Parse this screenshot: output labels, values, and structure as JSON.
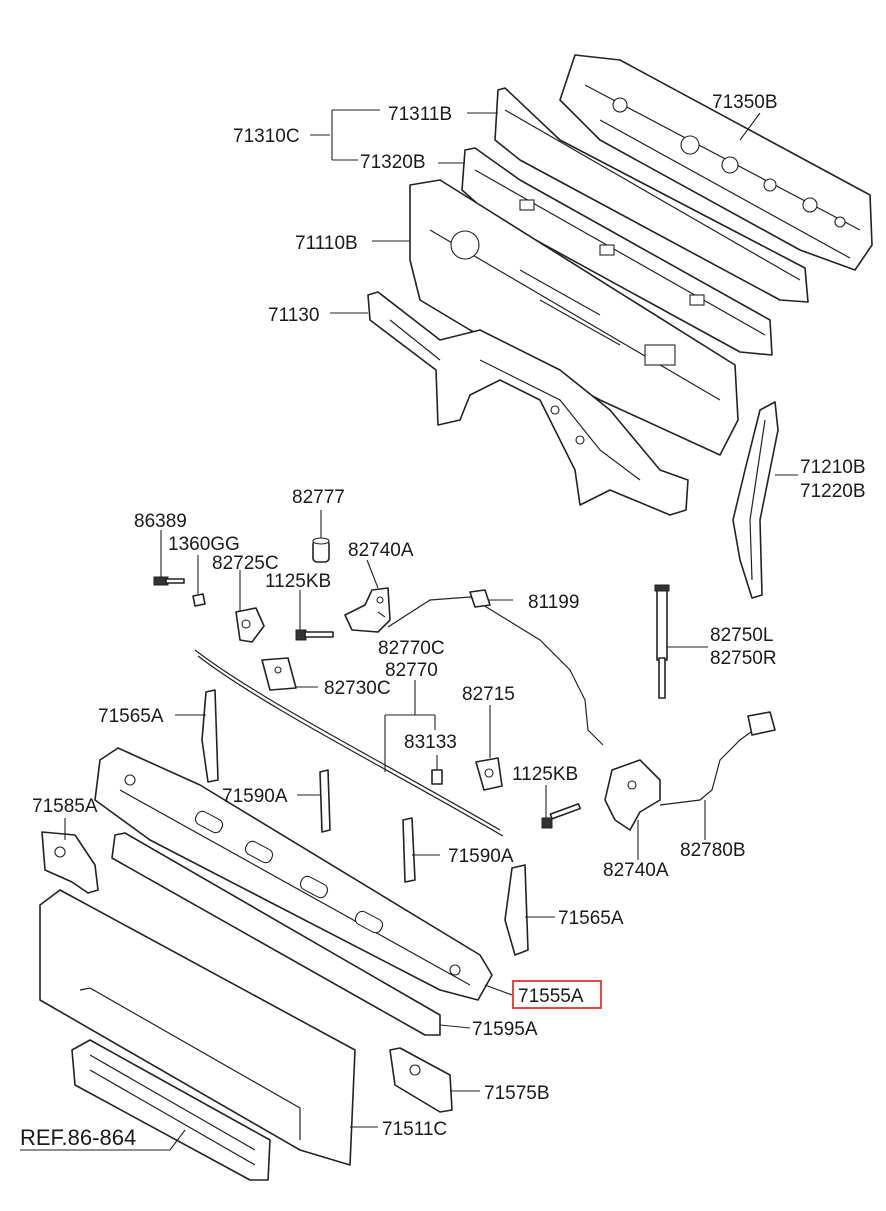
{
  "labels": {
    "p71350B": "71350B",
    "p71311B": "71311B",
    "p71310C": "71310C",
    "p71320B": "71320B",
    "p71110B": "71110B",
    "p71130": "71130",
    "p71210B": "71210B",
    "p71220B": "71220B",
    "p82777": "82777",
    "p86389": "86389",
    "p1360GG": "1360GG",
    "p82725C": "82725C",
    "p82740A_top": "82740A",
    "p1125KB_top": "1125KB",
    "p81199": "81199",
    "p82770C": "82770C",
    "p82770": "82770",
    "p82750L": "82750L",
    "p82750R": "82750R",
    "p82730C": "82730C",
    "p82715": "82715",
    "p71565A_left": "71565A",
    "p83133": "83133",
    "p1125KB_mid": "1125KB",
    "p71585A": "71585A",
    "p71590A_left": "71590A",
    "p71590A_right": "71590A",
    "p82780B": "82780B",
    "p82740A_bottom": "82740A",
    "p71565A_right": "71565A",
    "p71555A": "71555A",
    "p71595A": "71595A",
    "p71575B": "71575B",
    "p71511C": "71511C",
    "ref": "REF.86-864"
  },
  "highlight": {
    "part": "71555A",
    "color": "#e0352f"
  }
}
